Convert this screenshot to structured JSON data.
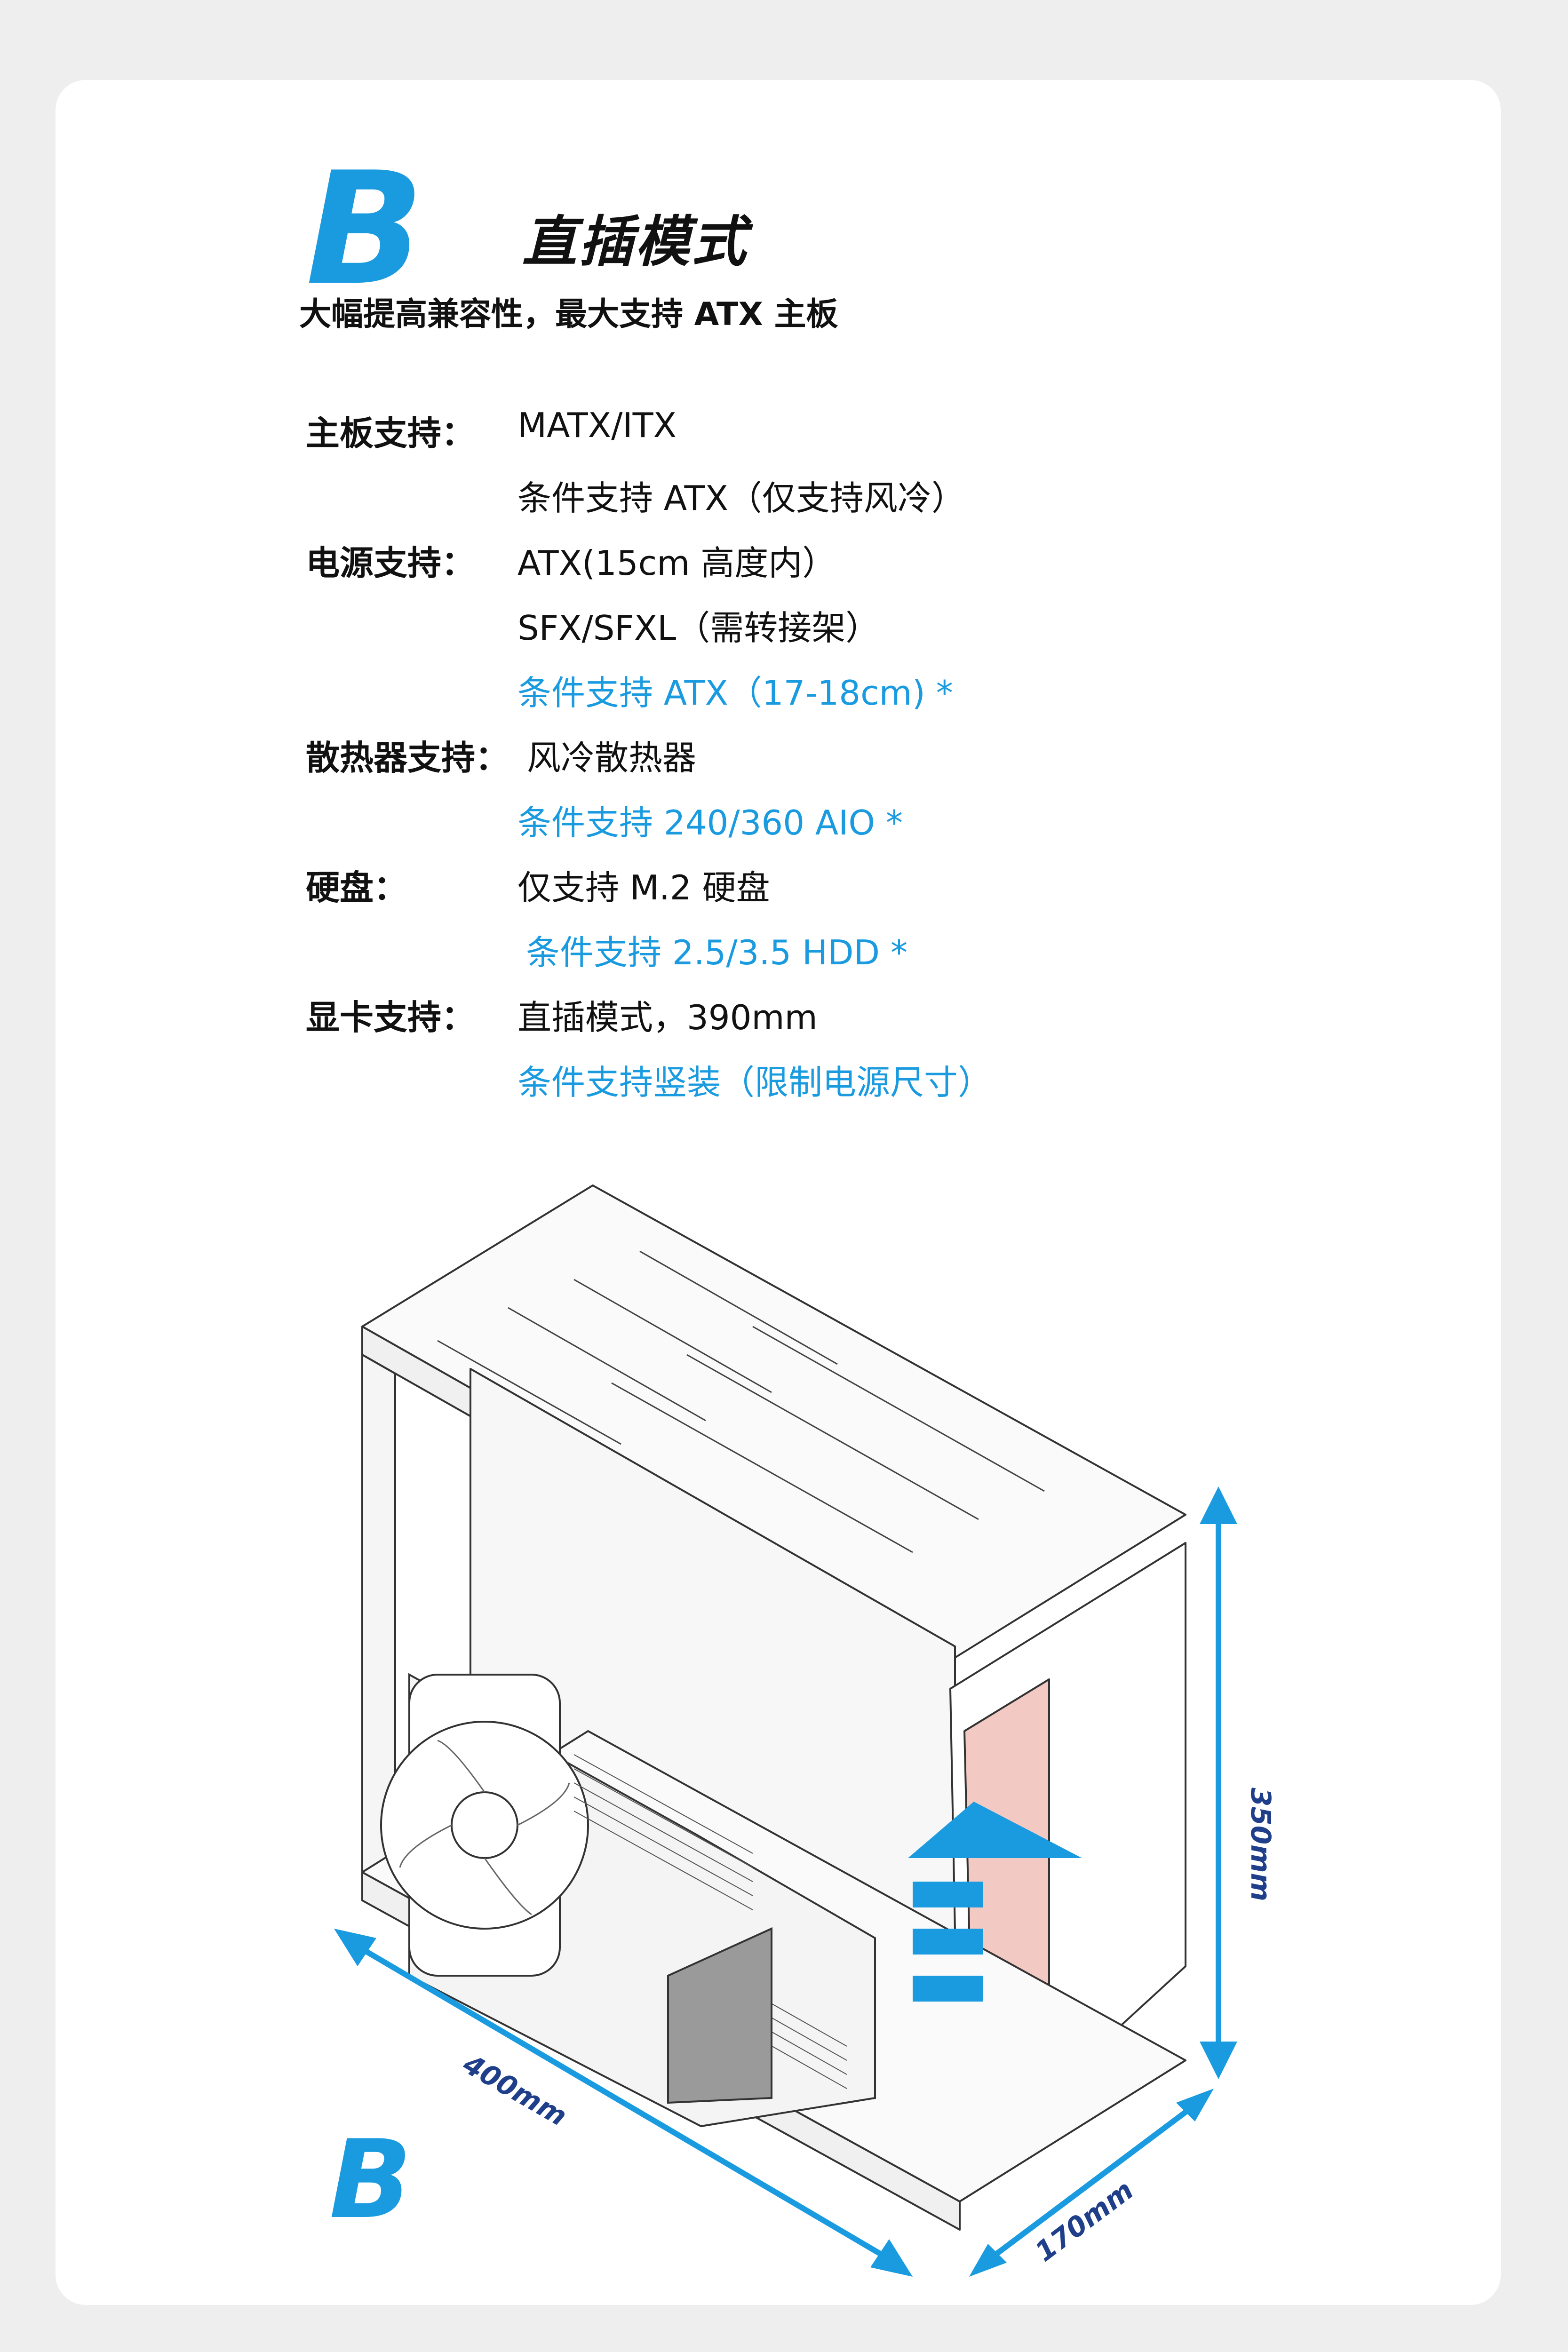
{
  "header": {
    "logo_letter": "B",
    "title": "直插模式",
    "subtitle": "大幅提高兼容性，最大支持 ATX 主板"
  },
  "specs": [
    {
      "label": "主板支持：",
      "values": [
        {
          "text": "MATX/ITX",
          "highlight": false
        },
        {
          "text": "条件支持 ATX（仅支持风冷）",
          "highlight": false
        }
      ]
    },
    {
      "label": "电源支持：",
      "values": [
        {
          "text": "ATX(15cm 高度内）",
          "highlight": false
        },
        {
          "text": "SFX/SFXL（需转接架）",
          "highlight": false
        },
        {
          "text": "条件支持 ATX（17-18cm) *",
          "highlight": true
        }
      ]
    },
    {
      "label": "散热器支持：",
      "values": [
        {
          "text": "风冷散热器",
          "highlight": false
        },
        {
          "text": "条件支持 240/360 AIO *",
          "highlight": true
        }
      ]
    },
    {
      "label": "硬盘：",
      "values": [
        {
          "text": "仅支持 M.2 硬盘",
          "highlight": false
        },
        {
          "text": "条件支持 2.5/3.5 HDD *",
          "highlight": true
        }
      ]
    },
    {
      "label": "显卡支持：",
      "values": [
        {
          "text": "直插模式，390mm",
          "highlight": false
        },
        {
          "text": "条件支持竖装（限制电源尺寸）",
          "highlight": true
        }
      ]
    }
  ],
  "dimensions": {
    "length": "400mm",
    "width": "170mm",
    "height": "350mm"
  },
  "colors": {
    "accent": "#1a9be0",
    "dimension_text": "#1f3f8a",
    "card_bg": "#ffffff",
    "page_bg": "#eeeeee",
    "panel_tint": "#f3c9c3"
  },
  "footer": {
    "logo_letter": "B"
  }
}
